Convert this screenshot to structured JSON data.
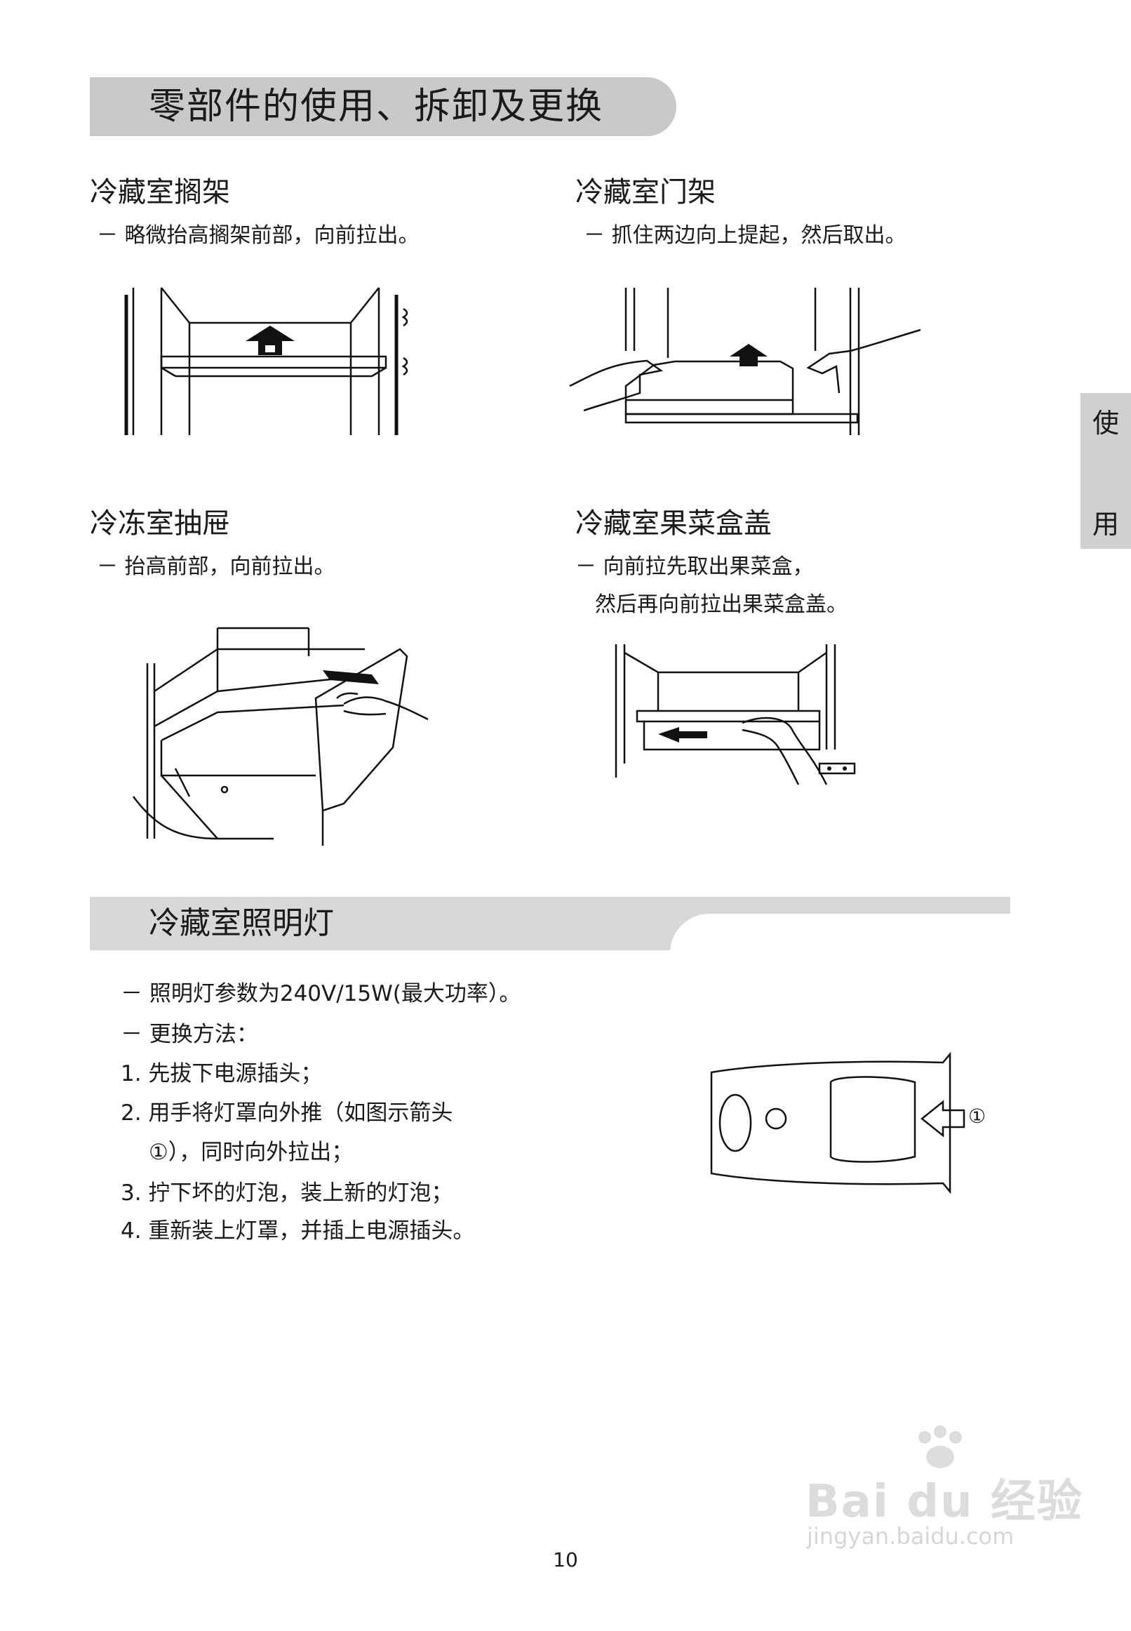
{
  "header": {
    "title": "零部件的使用、拆卸及更换"
  },
  "side_tab": {
    "chars": [
      "使",
      "用"
    ]
  },
  "sections": {
    "fridge_shelf": {
      "title": "冷藏室搁架",
      "desc": "－ 略微抬高搁架前部，向前拉出。"
    },
    "door_shelf": {
      "title": "冷藏室门架",
      "desc": "－ 抓住两边向上提起，然后取出。"
    },
    "freezer_drawer": {
      "title": "冷冻室抽屉",
      "desc": "－ 抬高前部，向前拉出。"
    },
    "crisper_cover": {
      "title": "冷藏室果菜盒盖",
      "desc_1": "－ 向前拉先取出果菜盒，",
      "desc_2": "然后再向前拉出果菜盒盖。"
    }
  },
  "light": {
    "title": "冷藏室照明灯",
    "items": [
      "－ 照明灯参数为240V/15W(最大功率）。",
      "－ 更换方法：",
      "1.  先拔下电源插头；",
      "2.  用手将灯罩向外推（如图示箭头",
      "①），同时向外拉出；",
      "3.  拧下坏的灯泡，装上新的灯泡；",
      "4.  重新装上灯罩，并插上电源插头。"
    ],
    "diagram_callout": "①"
  },
  "watermark": {
    "brand": "Bai du 经验",
    "url": "jingyan.baidu.com"
  },
  "footer": {
    "page_number": "10"
  }
}
